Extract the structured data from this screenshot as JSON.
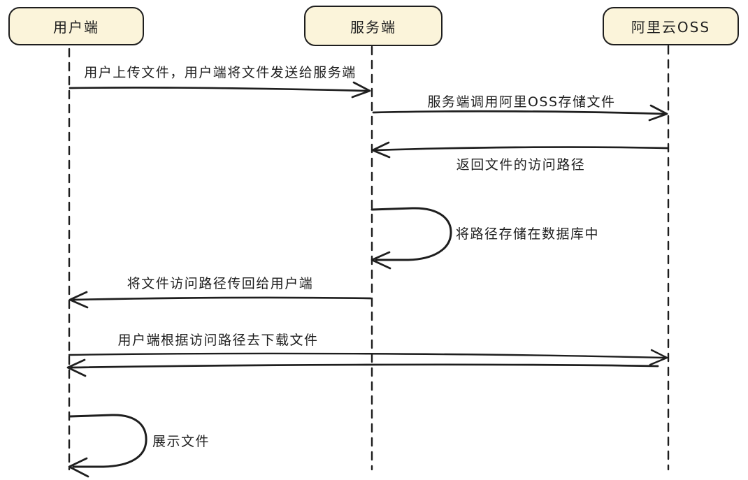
{
  "diagram": {
    "type": "sequence",
    "style": "hand-drawn",
    "background_color": "#ffffff",
    "stroke_color": "#1e1e1e",
    "actor_fill_color": "#fbf4da",
    "text_color": "#1e1e1e",
    "actors": [
      {
        "id": "client",
        "label": "用户端"
      },
      {
        "id": "server",
        "label": "服务端"
      },
      {
        "id": "oss",
        "label": "阿里云OSS"
      }
    ],
    "messages": [
      {
        "from": "用户端",
        "to": "服务端",
        "kind": "arrow-right",
        "label": "用户上传文件，用户端将文件发送给服务端"
      },
      {
        "from": "服务端",
        "to": "阿里云OSS",
        "kind": "arrow-right",
        "label": "服务端调用阿里OSS存储文件"
      },
      {
        "from": "阿里云OSS",
        "to": "服务端",
        "kind": "arrow-left",
        "label": "返回文件的访问路径"
      },
      {
        "from": "服务端",
        "to": "服务端",
        "kind": "self-loop",
        "label": "将路径存储在数据库中"
      },
      {
        "from": "服务端",
        "to": "用户端",
        "kind": "arrow-left",
        "label": "将文件访问路径传回给用户端"
      },
      {
        "from": "用户端",
        "to": "阿里云OSS",
        "kind": "request-response-pair",
        "label": "用户端根据访问路径去下载文件"
      },
      {
        "from": "用户端",
        "to": "用户端",
        "kind": "self-loop",
        "label": "展示文件"
      }
    ]
  }
}
